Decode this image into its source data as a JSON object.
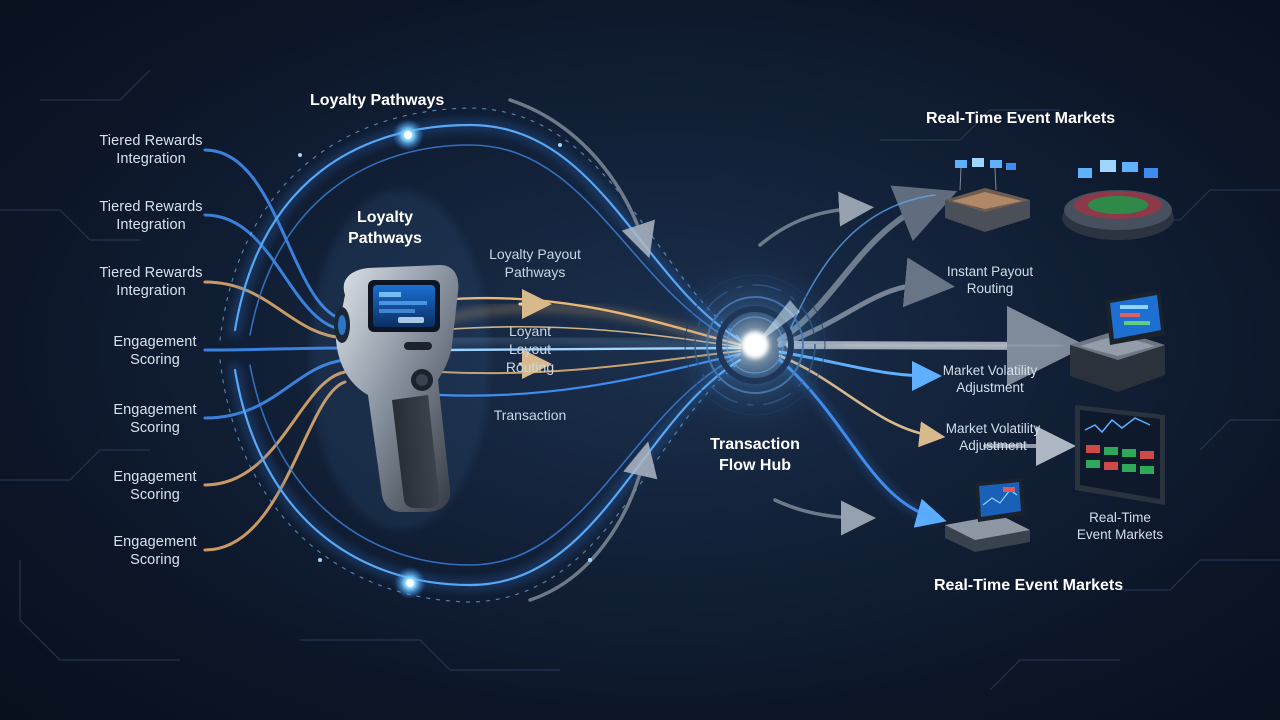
{
  "labels": {
    "left": [
      {
        "text": "Tiered Rewards\nIntegration",
        "accent": "#3f8cf0"
      },
      {
        "text": "Tiered Rewards\nIntegration",
        "accent": "#3f8cf0"
      },
      {
        "text": "Tiered Rewards\nIntegration",
        "accent": "#e0a96a"
      },
      {
        "text": "Engagement\nScoring",
        "accent": "#3f8cf0"
      },
      {
        "text": "Engagement\nScoring",
        "accent": "#3f8cf0"
      },
      {
        "text": "Engagement\nScoring",
        "accent": "#e0a96a"
      },
      {
        "text": "Engagement\nScoring",
        "accent": "#e0a96a"
      }
    ],
    "loyalty_pathways_top": "Loyalty Pathways",
    "loyalty_pathways_device": "Loyalty\nPathways",
    "loyalty_payout_pathways": "Loyalty Payout\nPathways",
    "loyant_layout_routing": "Loyant\nLayout\nRouting",
    "transaction": "Transaction",
    "transaction_flow_hub": "Transaction\nFlow Hub",
    "real_time_event_markets_top": "Real-Time Event Markets",
    "instant_payout_routing": "Instant Payout\nRouting",
    "market_volatility_adjustment_1": "Market Volatility\nAdjustment",
    "market_volatility_adjustment_2": "Market Volatility\nAdjustment",
    "real_time_event_markets_small": "Real-Time\nEvent Markets",
    "real_time_event_markets_bottom": "Real-Time Event Markets"
  },
  "colors": {
    "blue_stream": "#3f8cf0",
    "gold_stream": "#e9b877",
    "glow": "#8fd4ff",
    "arrow_gray": "#9aa6b4",
    "background": "#0c1628"
  },
  "icons": [
    "handheld-pos-terminal-icon",
    "stadium-icon",
    "stadium-round-icon",
    "pos-register-icon",
    "trading-screen-icon",
    "mini-terminal-icon",
    "hub-core-icon"
  ]
}
